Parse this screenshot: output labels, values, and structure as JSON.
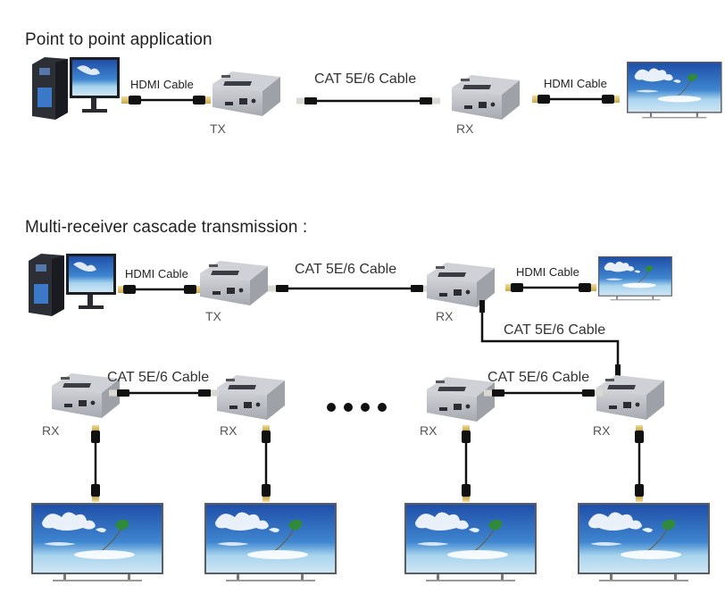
{
  "sections": {
    "point_to_point": {
      "title": "Point to point application",
      "hdmi_cable_left": "HDMI Cable",
      "cat_cable": "CAT 5E/6 Cable",
      "hdmi_cable_right": "HDMI Cable",
      "tx_label": "TX",
      "rx_label": "RX"
    },
    "cascade": {
      "title": "Multi-receiver cascade transmission :",
      "hdmi_cable_left": "HDMI Cable",
      "cat_cable_main": "CAT 5E/6 Cable",
      "hdmi_cable_right": "HDMI Cable",
      "cat_cable_down": "CAT 5E/6 Cable",
      "cat_cable_bottom_left": "CAT 5E/6 Cable",
      "cat_cable_bottom_right": "CAT 5E/6 Cable",
      "tx_label": "TX",
      "rx_label_main": "RX",
      "rx_labels_bottom": [
        "RX",
        "RX",
        "RX",
        "RX"
      ],
      "continuation": "••••"
    }
  },
  "devices": {
    "source": "computer-with-monitor",
    "extender": "hdmi-extender-box",
    "display": "television"
  },
  "colors": {
    "cable": "#1a1a1a",
    "connector_gold": "#d8c27a",
    "extender_body": "#b9bcc3",
    "screen_sky": "#2a64b8",
    "text": "#222222"
  }
}
